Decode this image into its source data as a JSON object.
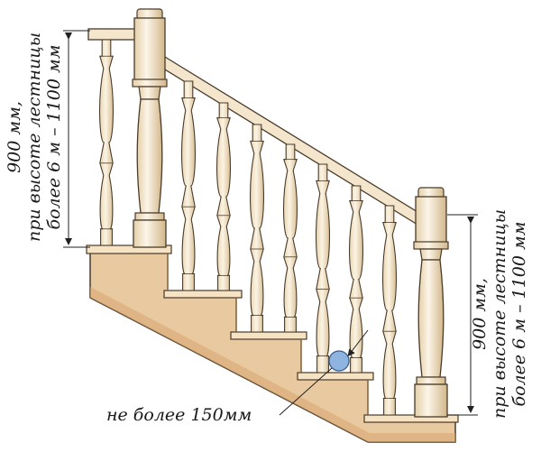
{
  "diagram": {
    "left_dimension": {
      "line1": "900 мм,",
      "line2": "при высоте лестницы",
      "line3": "более 6 м – 1100 мм"
    },
    "right_dimension": {
      "line1": "900 мм,",
      "line2": "при высоте лестницы",
      "line3": "более 6 м – 1100 мм"
    },
    "gap_note": "не более 150мм",
    "colors": {
      "wood_light": "#f6ead2",
      "wood_shade": "#d9bf92",
      "stair_face": "#e8c9a0",
      "stair_side": "#d9ad7c",
      "tread_top": "#f5e3c4",
      "outline": "#4a3a28",
      "ball": "#8fb4e0",
      "dim_line": "#222222"
    }
  }
}
